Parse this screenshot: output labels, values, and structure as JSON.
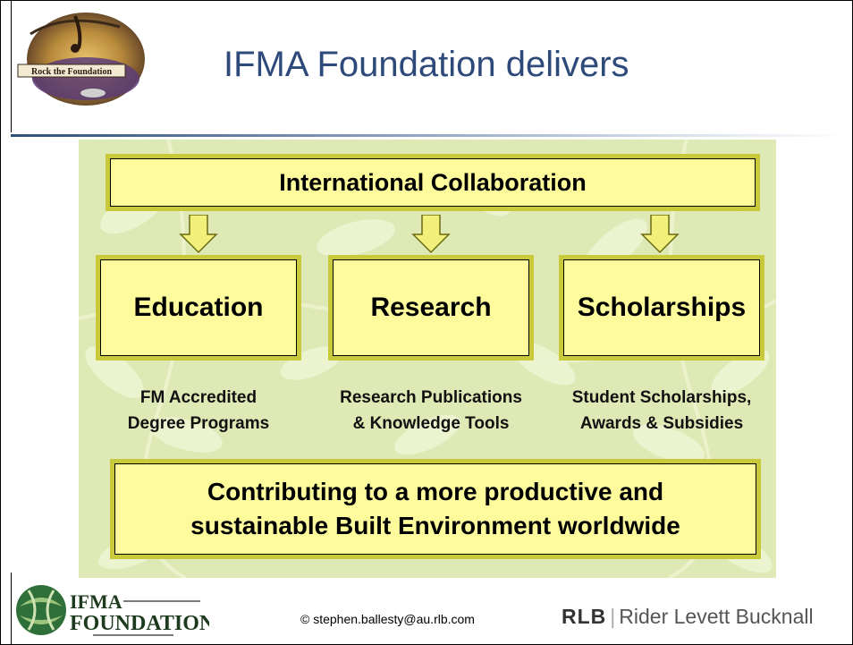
{
  "header": {
    "title": "IFMA Foundation delivers",
    "logo_text": "Rock the Foundation"
  },
  "diagram": {
    "top": "International Collaboration",
    "columns": [
      {
        "label": "Education",
        "sub1": "FM Accredited",
        "sub2": "Degree Programs"
      },
      {
        "label": "Research",
        "sub1": "Research Publications",
        "sub2": "& Knowledge Tools"
      },
      {
        "label": "Scholarships",
        "sub1": "Student Scholarships,",
        "sub2": "Awards & Subsidies"
      }
    ],
    "bottom_line1": "Contributing to a more productive and",
    "bottom_line2": "sustainable Built Environment worldwide"
  },
  "footer": {
    "ifma_line1": "IFMA",
    "ifma_line2": "FOUNDATION",
    "copyright_symbol": "©",
    "email": "stephen.ballesty@au.rlb.com",
    "rlb_abbr": "RLB",
    "rlb_name": "Rider Levett Bucknall"
  },
  "colors": {
    "title": "#2e4a7a",
    "box_fill": "#fdfb9c",
    "box_border": "#c9c93c",
    "panel": "#dfe9b6"
  }
}
